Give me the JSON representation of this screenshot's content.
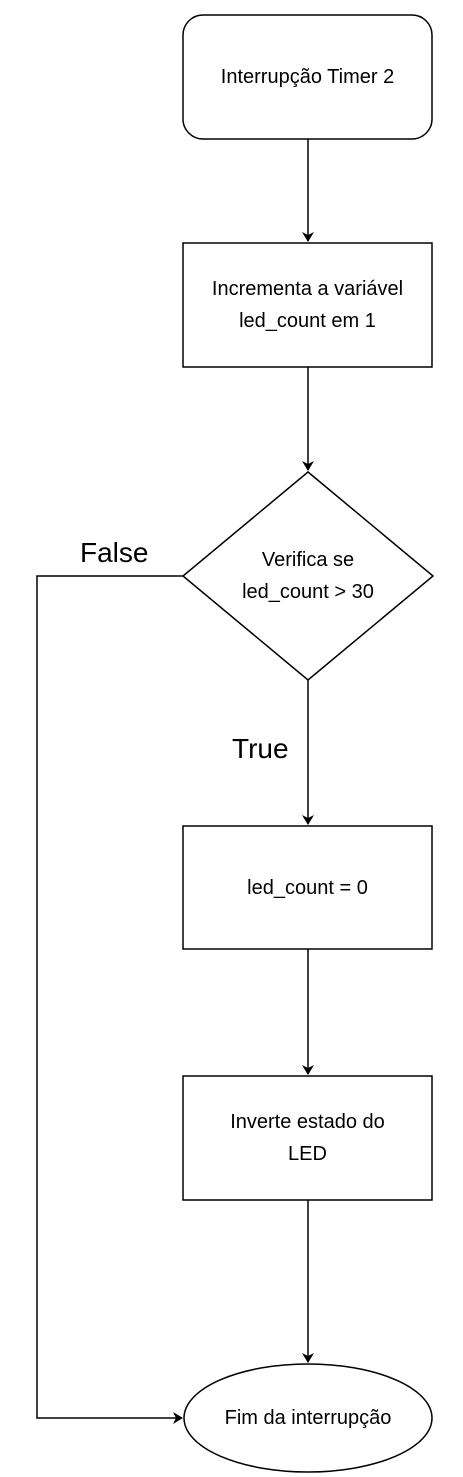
{
  "nodes": {
    "start": {
      "text": "Interrupção Timer 2",
      "shape": "rounded-rectangle"
    },
    "increment": {
      "text": "Incrementa a variável\nled_count em 1",
      "shape": "rectangle"
    },
    "decision": {
      "text": "Verifica se\nled_count > 30",
      "shape": "diamond"
    },
    "reset": {
      "text": "led_count = 0",
      "shape": "rectangle"
    },
    "toggle": {
      "text": "Inverte estado do\nLED",
      "shape": "rectangle"
    },
    "end": {
      "text": "Fim da interrupção",
      "shape": "ellipse"
    }
  },
  "edges": {
    "false_label": "False",
    "true_label": "True"
  },
  "colors": {
    "stroke": "#000000",
    "fill": "#ffffff",
    "text": "#000000"
  }
}
